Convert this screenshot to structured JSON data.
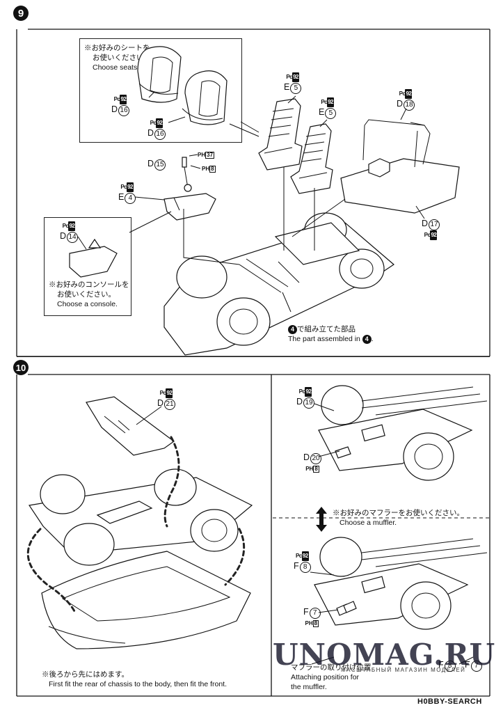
{
  "step9": {
    "badge": "9",
    "seats_note_jp": "※お好みのシートを",
    "seats_note_jp2": "お使いください。",
    "seats_note_en": "Choose seats.",
    "console_note_jp": "※お好みのコンソールを",
    "console_note_jp2": "お使いください。",
    "console_note_en": "Choose a console.",
    "assembled_jp": "で組み立てた部品",
    "assembled_en": "The part assembled in",
    "assembled_step": "4",
    "parts": {
      "seat_d16a": {
        "pc": "Pc",
        "pcnum": "92",
        "code": "D",
        "num": "16"
      },
      "seat_d16b": {
        "pc": "Pc",
        "pcnum": "92",
        "code": "D",
        "num": "16"
      },
      "seat_e5a": {
        "pc": "Pc",
        "pcnum": "92",
        "code": "E",
        "num": "5"
      },
      "seat_e5b": {
        "pc": "Pc",
        "pcnum": "92",
        "code": "E",
        "num": "5"
      },
      "rollbar_d18": {
        "pc": "Pc",
        "pcnum": "92",
        "code": "D",
        "num": "18"
      },
      "shifter_d15": {
        "code": "D",
        "num": "15"
      },
      "ph37": {
        "ph": "PH",
        "phnum": "37"
      },
      "ph8": {
        "ph": "PH",
        "phnum": "8"
      },
      "console_e4": {
        "pc": "Pc",
        "pcnum": "92",
        "code": "E",
        "num": "4"
      },
      "console_d14": {
        "pc": "Pc",
        "pcnum": "92",
        "code": "D",
        "num": "14"
      },
      "floor_d17": {
        "pc": "Pc",
        "pcnum": "92",
        "code": "D",
        "num": "17"
      }
    }
  },
  "step10": {
    "badge": "10",
    "fit_note_jp": "※後ろから先にはめます。",
    "fit_note_en": "First fit the rear of chassis to the body, then fit the front.",
    "muffler_note_jp": "※お好みのマフラーをお使いください。",
    "muffler_note_en": "Choose a muffler.",
    "attach_jp": "マフラーの取り付け位置",
    "attach_en1": "Attaching position for",
    "attach_en2": "the muffler.",
    "parts": {
      "d21": {
        "pc": "Pc",
        "pcnum": "92",
        "code": "D",
        "num": "21"
      },
      "d19": {
        "pc": "Pc",
        "pcnum": "92",
        "code": "D",
        "num": "19"
      },
      "d20": {
        "code": "D",
        "num": "20"
      },
      "ph8a": {
        "ph": "PH",
        "phnum": "8"
      },
      "f8": {
        "pc": "Pc",
        "pcnum": "92",
        "code": "F",
        "num": "8"
      },
      "f7": {
        "code": "F",
        "num": "7"
      },
      "ph8b": {
        "ph": "PH",
        "phnum": "8"
      },
      "f8b": {
        "code": "F",
        "num": "8"
      },
      "f7b": {
        "code": "F",
        "num": "7"
      }
    }
  },
  "watermark": {
    "main": "UNOMAG.RU",
    "sub": "МАСШТАБНЫЙ МАГАЗИН МОДЕЛЕЙ",
    "source": "H0BBY-SEARCH"
  }
}
